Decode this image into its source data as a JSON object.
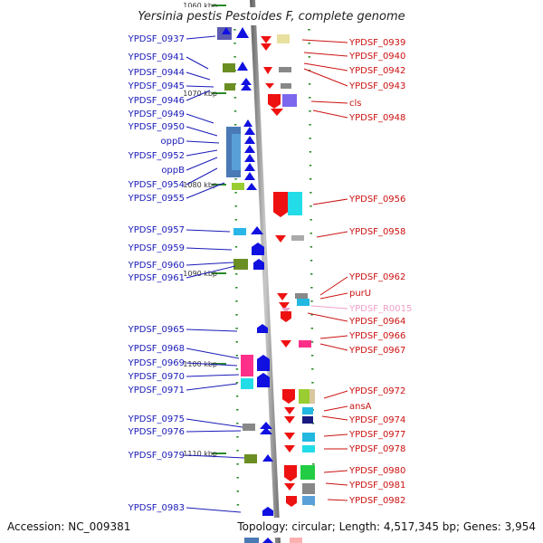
{
  "title": "Yersinia pestis Pestoides F, complete genome",
  "footer": {
    "accession": "Accession: NC_009381",
    "topology": "Topology: circular; Length: 4,517,345 bp; Genes: 3,954"
  },
  "colors": {
    "left_label": "#1a1ab8",
    "right_label": "#cc1111",
    "rna_label": "#f0a0c8",
    "backbone": "#8c8c8c",
    "tick": "#2a8a2a"
  },
  "scale_marks": [
    {
      "label": "1060 kbp",
      "kbp": 1060
    },
    {
      "label": "1070 kbp",
      "kbp": 1070
    },
    {
      "label": "1080 kbp",
      "kbp": 1080
    },
    {
      "label": "1090 kbp",
      "kbp": 1090
    },
    {
      "label": "1100 kbp",
      "kbp": 1100
    },
    {
      "label": "1110 kbp",
      "kbp": 1110
    }
  ],
  "left_labels": [
    {
      "text": "YPDSF_0937"
    },
    {
      "text": "YPDSF_0941"
    },
    {
      "text": "YPDSF_0944"
    },
    {
      "text": "YPDSF_0945"
    },
    {
      "text": "YPDSF_0946"
    },
    {
      "text": "YPDSF_0949"
    },
    {
      "text": "YPDSF_0950"
    },
    {
      "text": "oppD"
    },
    {
      "text": "YPDSF_0952"
    },
    {
      "text": "oppB"
    },
    {
      "text": "YPDSF_0954"
    },
    {
      "text": "YPDSF_0955"
    },
    {
      "text": "YPDSF_0957"
    },
    {
      "text": "YPDSF_0959"
    },
    {
      "text": "YPDSF_0960"
    },
    {
      "text": "YPDSF_0961"
    },
    {
      "text": "YPDSF_0965"
    },
    {
      "text": "YPDSF_0968"
    },
    {
      "text": "YPDSF_0969"
    },
    {
      "text": "YPDSF_0970"
    },
    {
      "text": "YPDSF_0971"
    },
    {
      "text": "YPDSF_0975"
    },
    {
      "text": "YPDSF_0976"
    },
    {
      "text": "YPDSF_0979"
    },
    {
      "text": "YPDSF_0983"
    }
  ],
  "right_labels": [
    {
      "text": "YPDSF_0939"
    },
    {
      "text": "YPDSF_0940"
    },
    {
      "text": "YPDSF_0942"
    },
    {
      "text": "YPDSF_0943"
    },
    {
      "text": "cls"
    },
    {
      "text": "YPDSF_0948"
    },
    {
      "text": "YPDSF_0956"
    },
    {
      "text": "YPDSF_0958"
    },
    {
      "text": "YPDSF_0962"
    },
    {
      "text": "purU"
    },
    {
      "text": "YPDSF_R0015",
      "rna": true
    },
    {
      "text": "YPDSF_0964"
    },
    {
      "text": "YPDSF_0966"
    },
    {
      "text": "YPDSF_0967"
    },
    {
      "text": "YPDSF_0972"
    },
    {
      "text": "ansA"
    },
    {
      "text": "YPDSF_0974"
    },
    {
      "text": "YPDSF_0977"
    },
    {
      "text": "YPDSF_0978"
    },
    {
      "text": "YPDSF_0980"
    },
    {
      "text": "YPDSF_0981"
    },
    {
      "text": "YPDSF_0982"
    }
  ]
}
